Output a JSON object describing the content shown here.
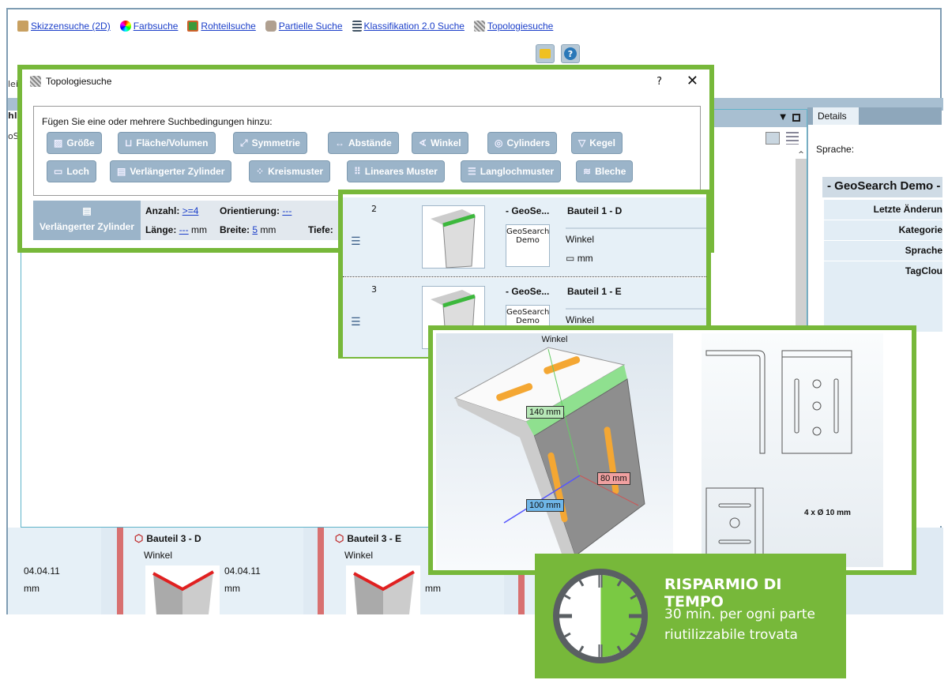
{
  "toolbar": {
    "links": [
      {
        "label": "Skizzensuche (2D)",
        "icon": "sketch-icon"
      },
      {
        "label": "Farbsuche",
        "icon": "color-wheel-icon"
      },
      {
        "label": "Rohteilsuche",
        "icon": "raw-part-icon"
      },
      {
        "label": "Partielle Suche",
        "icon": "partial-search-icon"
      },
      {
        "label": "Klassifikation 2.0 Suche",
        "icon": "classification-icon"
      },
      {
        "label": "Topologiesuche",
        "icon": "topology-icon"
      }
    ],
    "help_glyph": "?"
  },
  "left_strip": {
    "a": "lei",
    "b": "hl",
    "c": "oS"
  },
  "dialog": {
    "title": "Topologiesuche",
    "help": "?",
    "close": "✕",
    "prompt": "Fügen Sie eine oder mehrere Suchbedingungen hinzu:",
    "buttons_row1": [
      "Größe",
      "Fläche/Volumen",
      "Symmetrie",
      "Abstände",
      "Winkel",
      "Cylinders",
      "Kegel"
    ],
    "buttons_row2": [
      "Loch",
      "Verlängerter Zylinder",
      "Kreismuster",
      "Lineares Muster",
      "Langlochmuster",
      "Bleche"
    ],
    "criterion": {
      "type": "Verlängerter Zylinder",
      "anzahl_label": "Anzahl:",
      "anzahl_value": ">=4",
      "orientierung_label": "Orientierung:",
      "orientierung_value": "---",
      "laenge_label": "Länge:",
      "laenge_value": "---",
      "laenge_unit": "mm",
      "breite_label": "Breite:",
      "breite_value": "5",
      "breite_unit": "mm",
      "tiefe_label": "Tiefe:"
    }
  },
  "results": [
    {
      "num": "2",
      "source": "- GeoSe...",
      "logo": "GeoSearch Demo",
      "name": "Bauteil 1 - D",
      "category": "Winkel",
      "unit": "mm"
    },
    {
      "num": "3",
      "source": "- GeoSe...",
      "logo": "GeoSearch Demo",
      "name": "Bauteil 1 - E",
      "category": "Winkel"
    }
  ],
  "details": {
    "tab": "Details",
    "sprache_label": "Sprache:",
    "header": "- GeoSearch Demo -",
    "rows": [
      "Letzte Änderun",
      "Kategorie",
      "Sprache",
      "TagClou"
    ]
  },
  "cards": [
    {
      "date": "04.04.11",
      "unit": "mm"
    },
    {
      "name": "Bauteil 3 - D",
      "category": "Winkel",
      "date": "04.04.11",
      "unit": "mm"
    },
    {
      "name": "Bauteil 3 - E",
      "category": "Winkel",
      "unit": "mm"
    }
  ],
  "viewer": {
    "caption": "Winkel",
    "dim_green": "140 mm",
    "dim_red": "80 mm",
    "dim_blue": "100 mm",
    "drawing_note": "4 x Ø 10 mm"
  },
  "badge": {
    "title": "RISPARMIO DI TEMPO",
    "line1": "30 min. per ogni parte",
    "line2": "riutilizzabile trovata",
    "clock_fraction": 0.5
  },
  "colors": {
    "accent_green": "#77b83a",
    "button_blue": "#9bb4c9",
    "card_red": "#d87070",
    "link_blue": "#1a3ec9"
  }
}
